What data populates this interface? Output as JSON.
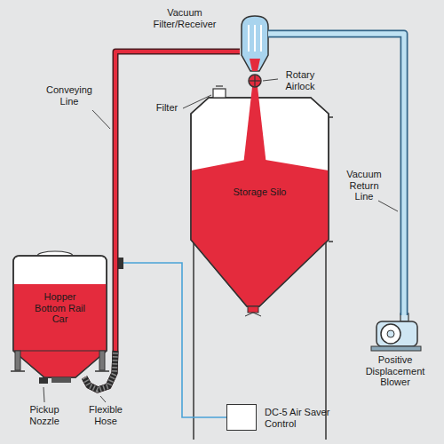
{
  "diagram": {
    "nodes": [
      {
        "text": [
          "Vacuum Filter/Receiver"
        ]
      },
      {
        "text": [
          "Storage Silo"
        ]
      },
      {
        "text": [
          "Hopper Bottom Rail Car"
        ]
      },
      {
        "text": [
          "DC-5 Air Saver Control"
        ]
      },
      {
        "text": [
          "Positive Displacement Blower"
        ]
      }
    ],
    "edges": [
      {
        "from": 2,
        "to": 0,
        "arrow": "none"
      },
      {
        "from": 0,
        "to": 4,
        "arrow": "none"
      }
    ],
    "labels": [
      "Conveying Line",
      "Rotary Airlock",
      "Filter",
      "Vacuum Return Line",
      "Pickup Nozzle",
      "Flexible Hose"
    ]
  }
}
